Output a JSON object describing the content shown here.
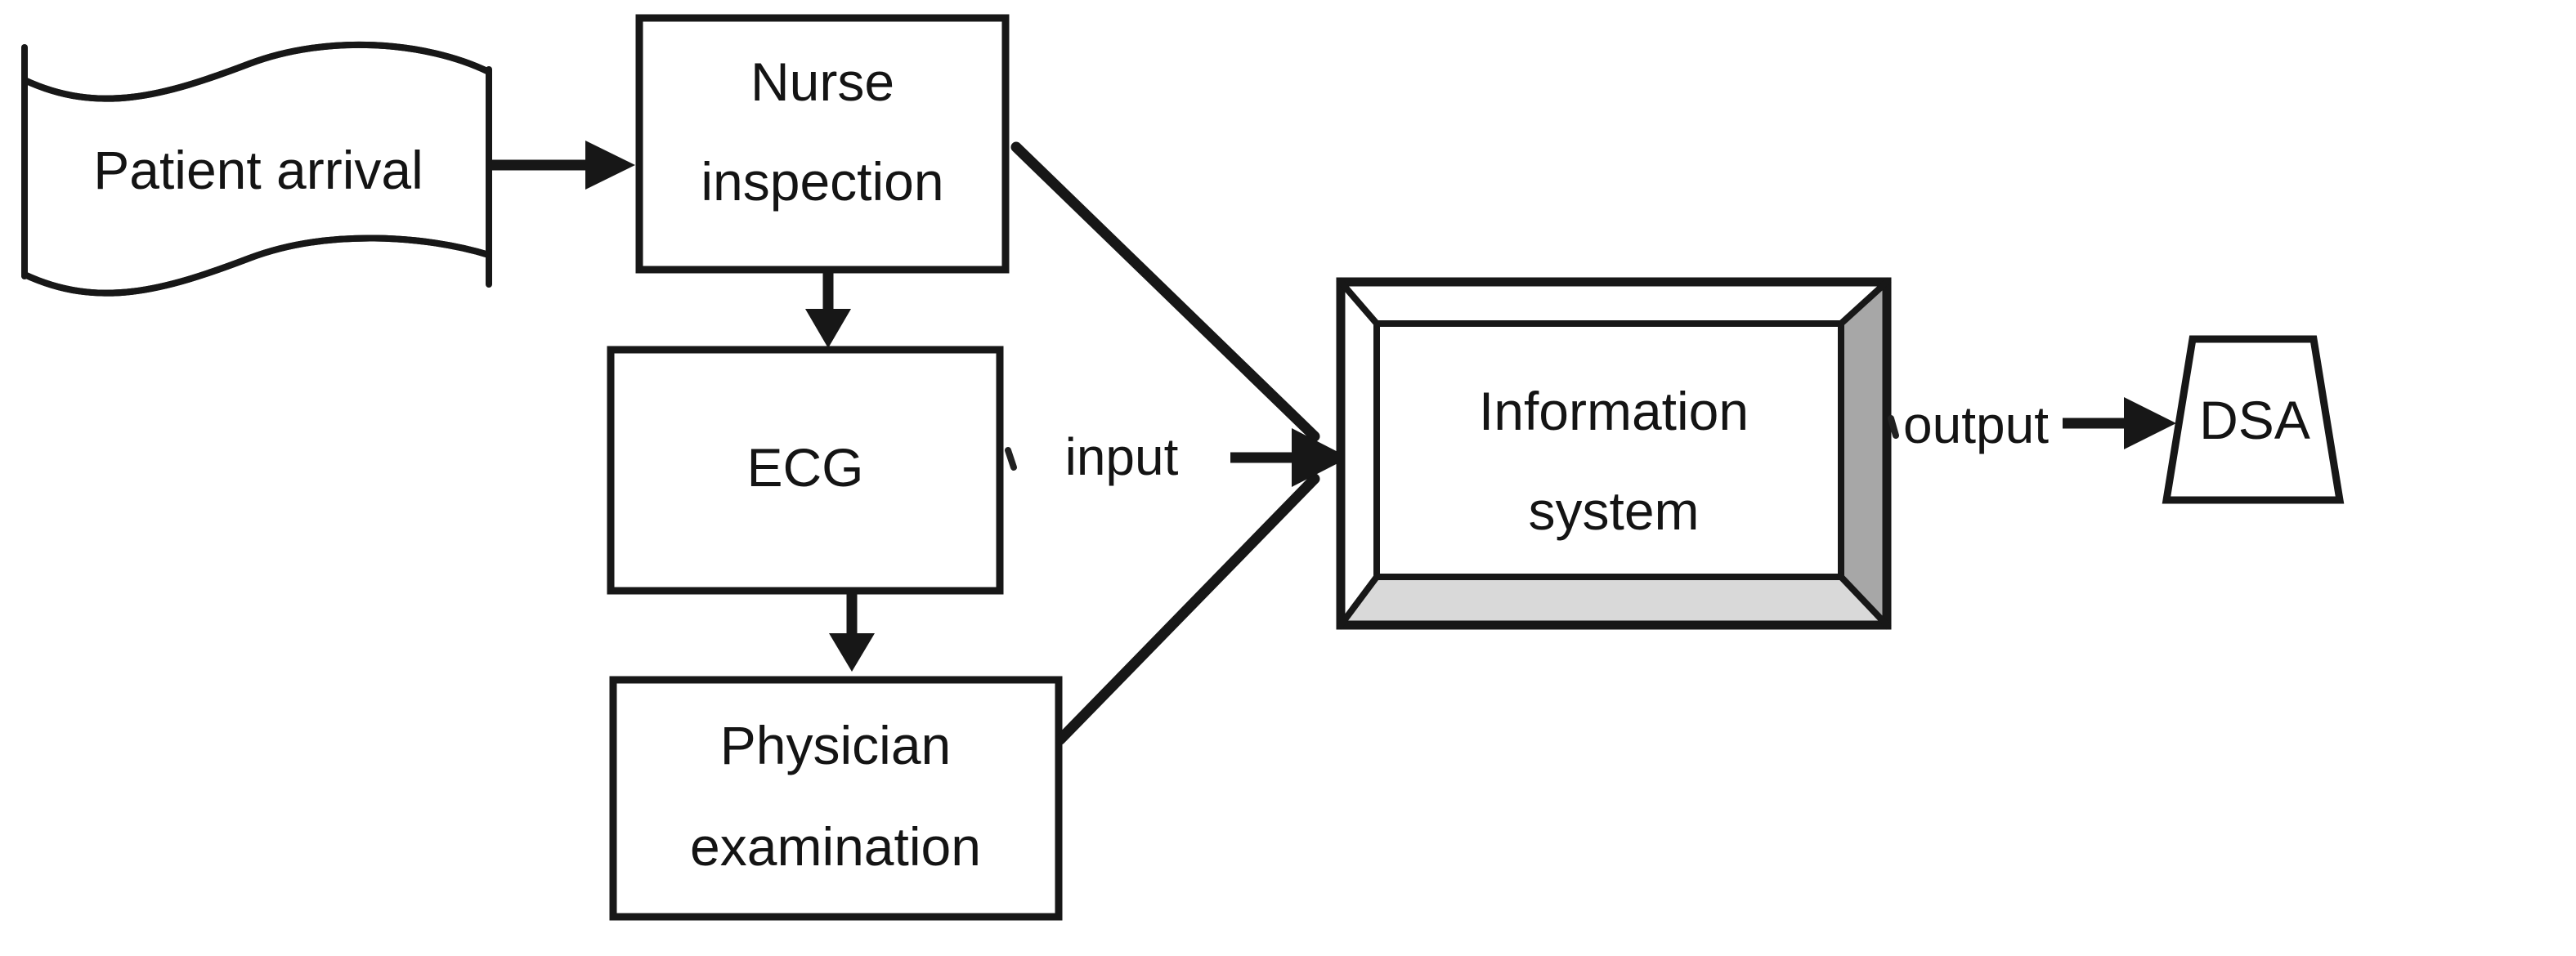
{
  "diagram": {
    "background": "#ffffff",
    "stroke_color": "#171717",
    "text_color": "#141414",
    "bevel_right_color": "#a7a7a7",
    "bevel_bottom_color": "#d9d9d9",
    "nodes": {
      "patient_arrival": {
        "label": "Patient arrival",
        "shape": "wave-document"
      },
      "nurse_inspection": {
        "line1": "Nurse",
        "line2": "inspection",
        "shape": "rectangle"
      },
      "ecg": {
        "label": "ECG",
        "shape": "rectangle"
      },
      "physician_examination": {
        "line1": "Physician",
        "line2": "examination",
        "shape": "rectangle"
      },
      "information_system": {
        "line1": "Information",
        "line2": "system",
        "shape": "display-frame"
      },
      "dsa": {
        "label": "DSA",
        "shape": "trapezoid"
      }
    },
    "edge_labels": {
      "input": "input",
      "output": "output"
    }
  }
}
